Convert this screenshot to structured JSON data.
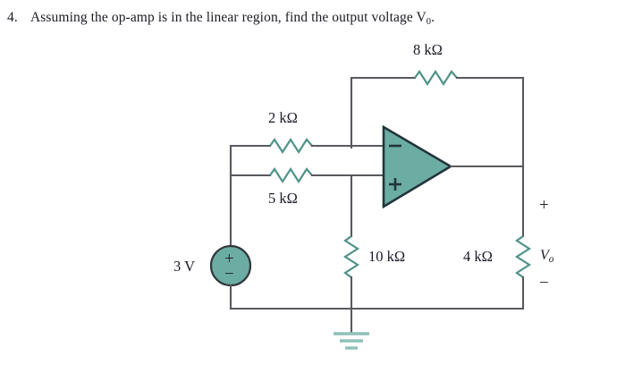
{
  "question": {
    "number": "4.",
    "text_before": "Assuming the op-amp is in the linear region, find the output voltage V",
    "subscript": "0",
    "text_after": "."
  },
  "circuit": {
    "title": "op-amp circuit with feedback resistor",
    "colors": {
      "wire": "#59595f",
      "resistor": "#4f9288",
      "opamp_fill": "#6cada3",
      "opamp_stroke": "#22343a",
      "source_fill": "#6cada3",
      "source_stroke": "#32383c",
      "ground": "#8fc1ba",
      "text": "#1a1a26"
    },
    "components": {
      "r_feedback": {
        "name": "feedback-resistor",
        "label": "8 kΩ"
      },
      "r_input_top": {
        "name": "inverting-input-resistor",
        "label": "2 kΩ"
      },
      "r_input_bottom": {
        "name": "noninverting-input-resistor",
        "label": "5 kΩ"
      },
      "r_shunt": {
        "name": "shunt-resistor",
        "label": "10 kΩ"
      },
      "r_load": {
        "name": "load-resistor",
        "label": "4 kΩ"
      },
      "source": {
        "name": "voltage-source",
        "label": "3 V",
        "plus": "+",
        "minus": "−"
      },
      "opamp": {
        "name": "op-amp",
        "inverting": "−",
        "noninverting": "+"
      },
      "output": {
        "name": "output-voltage",
        "plus": "+",
        "minus": "−",
        "symbol": "V",
        "subscript": "o"
      },
      "ground": {
        "name": "ground"
      }
    }
  }
}
